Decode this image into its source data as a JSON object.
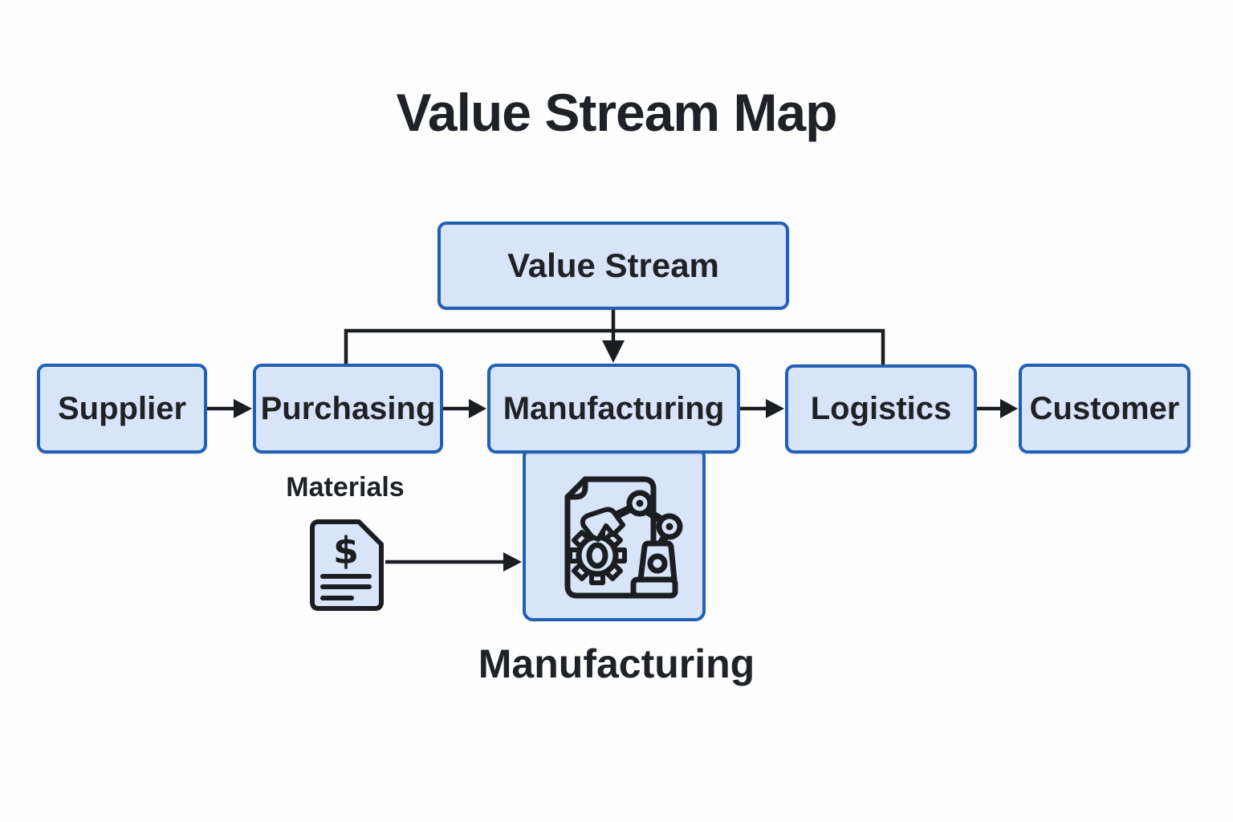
{
  "title": "Value Stream Map",
  "palette": {
    "bg_color": "#fdfdfd",
    "node_fill": "#d8e4f7",
    "node_border": "#2160b4",
    "line_color": "#1a1d21",
    "text_color": "#1e2227"
  },
  "diagram": {
    "root_node": {
      "label": "Value Stream"
    },
    "flow_nodes": [
      {
        "label": "Supplier"
      },
      {
        "label": "Purchasing"
      },
      {
        "label": "Manufacturing"
      },
      {
        "label": "Logistics"
      },
      {
        "label": "Customer"
      }
    ],
    "materials_note": {
      "label": "Materials",
      "icon": "dollar-document-icon",
      "icon_symbol": "$"
    },
    "process_detail": {
      "label": "Manufacturing",
      "icon": "robot-arm-blueprint-icon"
    }
  }
}
